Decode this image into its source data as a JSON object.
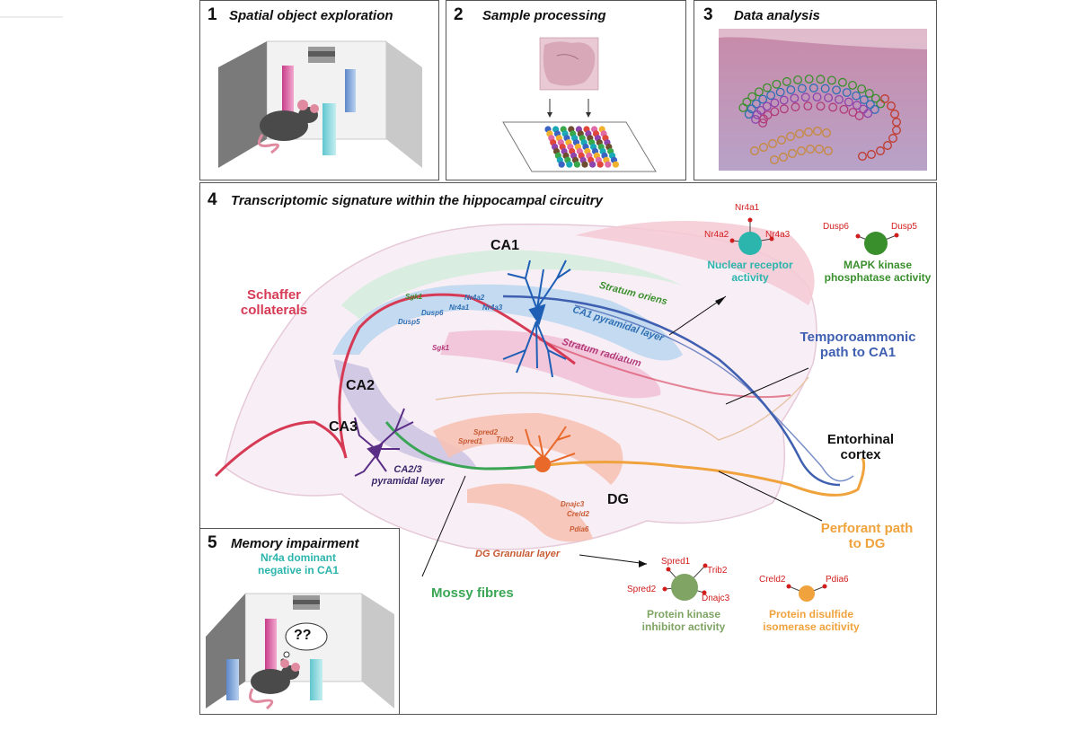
{
  "panels": {
    "p1": {
      "number": "1",
      "title": "Spatial object exploration"
    },
    "p2": {
      "number": "2",
      "title": "Sample processing"
    },
    "p3": {
      "number": "3",
      "title": "Data analysis"
    },
    "p4": {
      "number": "4",
      "title": "Transcriptomic signature within the hippocampal circuitry"
    },
    "p5": {
      "number": "5",
      "title": "Memory impairment",
      "subtitle_line1": "Nr4a dominant",
      "subtitle_line2": "negative in CA1",
      "thought": "??"
    }
  },
  "regions": {
    "ca1": "CA1",
    "ca2": "CA2",
    "ca3": "CA3",
    "dg": "DG",
    "schaffer_1": "Schaffer",
    "schaffer_2": "collaterals",
    "stratum_oriens": "Stratum oriens",
    "ca1_pyramidal_1": "CA1 pyramidal layer",
    "stratum_radiatum": "Stratum radiatum",
    "ca23_1": "CA2/3",
    "ca23_2": "pyramidal layer",
    "dg_granular": "DG Granular layer",
    "temporo_1": "Temporoammonic",
    "temporo_2": "path to CA1",
    "entorhinal_1": "Entorhinal",
    "entorhinal_2": "cortex",
    "perforant_1": "Perforant path",
    "perforant_2": "to DG",
    "mossy": "Mossy fibres"
  },
  "genes_in_diagram": {
    "sgk1_oriens": "Sgk1",
    "nr4a2": "Nr4a2",
    "nr4a1": "Nr4a1",
    "nr4a3": "Nr4a3",
    "dusp6": "Dusp6",
    "dusp5": "Dusp5",
    "sgk1_rad": "Sgk1",
    "spred2": "Spred2",
    "spred1": "Spred1",
    "trib2": "Trib2",
    "dnajc3": "Dnajc3",
    "creld2": "Creld2",
    "pdia6": "Pdia6"
  },
  "networks": {
    "nuclear": {
      "genes": [
        "Nr4a1",
        "Nr4a2",
        "Nr4a3"
      ],
      "label_1": "Nuclear receptor",
      "label_2": "activity",
      "color": "#2bb5ad"
    },
    "mapk": {
      "genes": [
        "Dusp6",
        "Dusp5"
      ],
      "label_1": "MAPK kinase",
      "label_2": "phosphatase activity",
      "color": "#3a8f2d"
    },
    "pki": {
      "genes": [
        "Spred1",
        "Trib2",
        "Spred2",
        "Dnajc3"
      ],
      "label_1": "Protein kinase",
      "label_2": "inhibitor activity",
      "color": "#7fa464"
    },
    "pdi": {
      "genes": [
        "Creld2",
        "Pdia6"
      ],
      "label_1": "Protein disulfide",
      "label_2": "isomerase acitivity",
      "color": "#f0a23c"
    }
  },
  "colors": {
    "schaffer": "#d63a55",
    "temporo": "#3f5fb0",
    "entorhinal": "#111111",
    "perforant": "#f0a23c",
    "mossy": "#3aa655",
    "oriens": "#3a8f2d",
    "ca1_layer": "#2f6fb3",
    "radiatum": "#b23a7a",
    "ca23": "#3b2a6b",
    "dg_layer": "#c85a32",
    "gene_net": "#d21d1d"
  }
}
